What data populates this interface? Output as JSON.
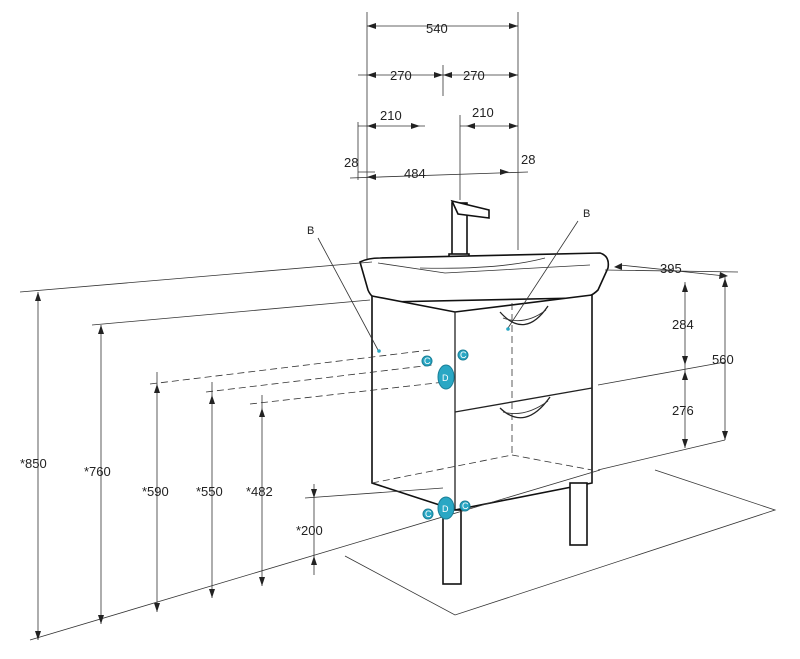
{
  "dimensions": {
    "width_total": "540",
    "half_left": "270",
    "half_right": "270",
    "offset_left": "210",
    "offset_right": "210",
    "edge_left": "28",
    "inner_width": "484",
    "edge_right": "28",
    "depth": "395",
    "cabinet_height": "560",
    "upper_drawer": "284",
    "lower_drawer": "276",
    "total_height": "*850",
    "height_760": "*760",
    "height_590": "*590",
    "height_550": "*550",
    "height_482": "*482",
    "height_200": "*200"
  },
  "markers": {
    "b_left": "B",
    "b_right": "B",
    "c": "C",
    "d": "D"
  },
  "colors": {
    "connector": "#29a7c4",
    "line": "#222222"
  }
}
